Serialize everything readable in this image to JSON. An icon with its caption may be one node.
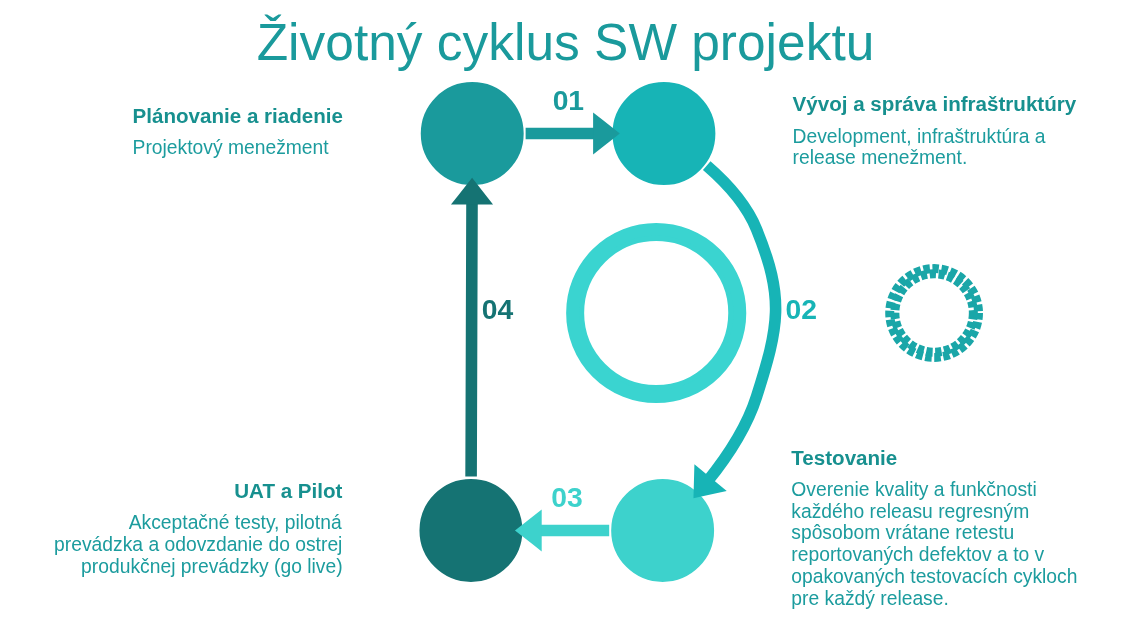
{
  "diagram": {
    "title": "Životný cyklus SW projektu",
    "nodes": [
      {
        "text": [],
        "shape": "circle",
        "beside": [
          "Plánovanie a riadenie",
          "Projektový menežment"
        ]
      },
      {
        "text": [],
        "shape": "circle",
        "beside": [
          "Vývoj a správa infraštruktúry",
          "Development, infraštruktúra a release menežment."
        ]
      },
      {
        "text": [],
        "shape": "circle",
        "beside": [
          "Testovanie",
          "Overenie kvality a funkčnosti každého releasu regresným spôsobom vrátane retestu reportovaných defektov a to v opakovaných testovacích cykloch pre každý release."
        ]
      },
      {
        "text": [],
        "shape": "circle",
        "beside": [
          "UAT a Pilot",
          "Akceptačné testy, pilotná prevádzka a odovzdanie do ostrej produkčnej prevádzky (go live)"
        ]
      },
      {
        "text": [],
        "shape": "picture"
      },
      {
        "text": [],
        "shape": "picture"
      }
    ],
    "edges": [
      {
        "from": 0,
        "to": 1,
        "arrow": "to",
        "label": "01",
        "color": "#1a9a9c"
      },
      {
        "from": 1,
        "to": 2,
        "arrow": "to",
        "label": "02",
        "color": "#17b4b6"
      },
      {
        "from": 2,
        "to": 3,
        "arrow": "to",
        "label": "03",
        "color": "#3dd2cc"
      },
      {
        "from": 3,
        "to": 0,
        "arrow": "to",
        "label": "04",
        "color": "#157373"
      }
    ]
  }
}
